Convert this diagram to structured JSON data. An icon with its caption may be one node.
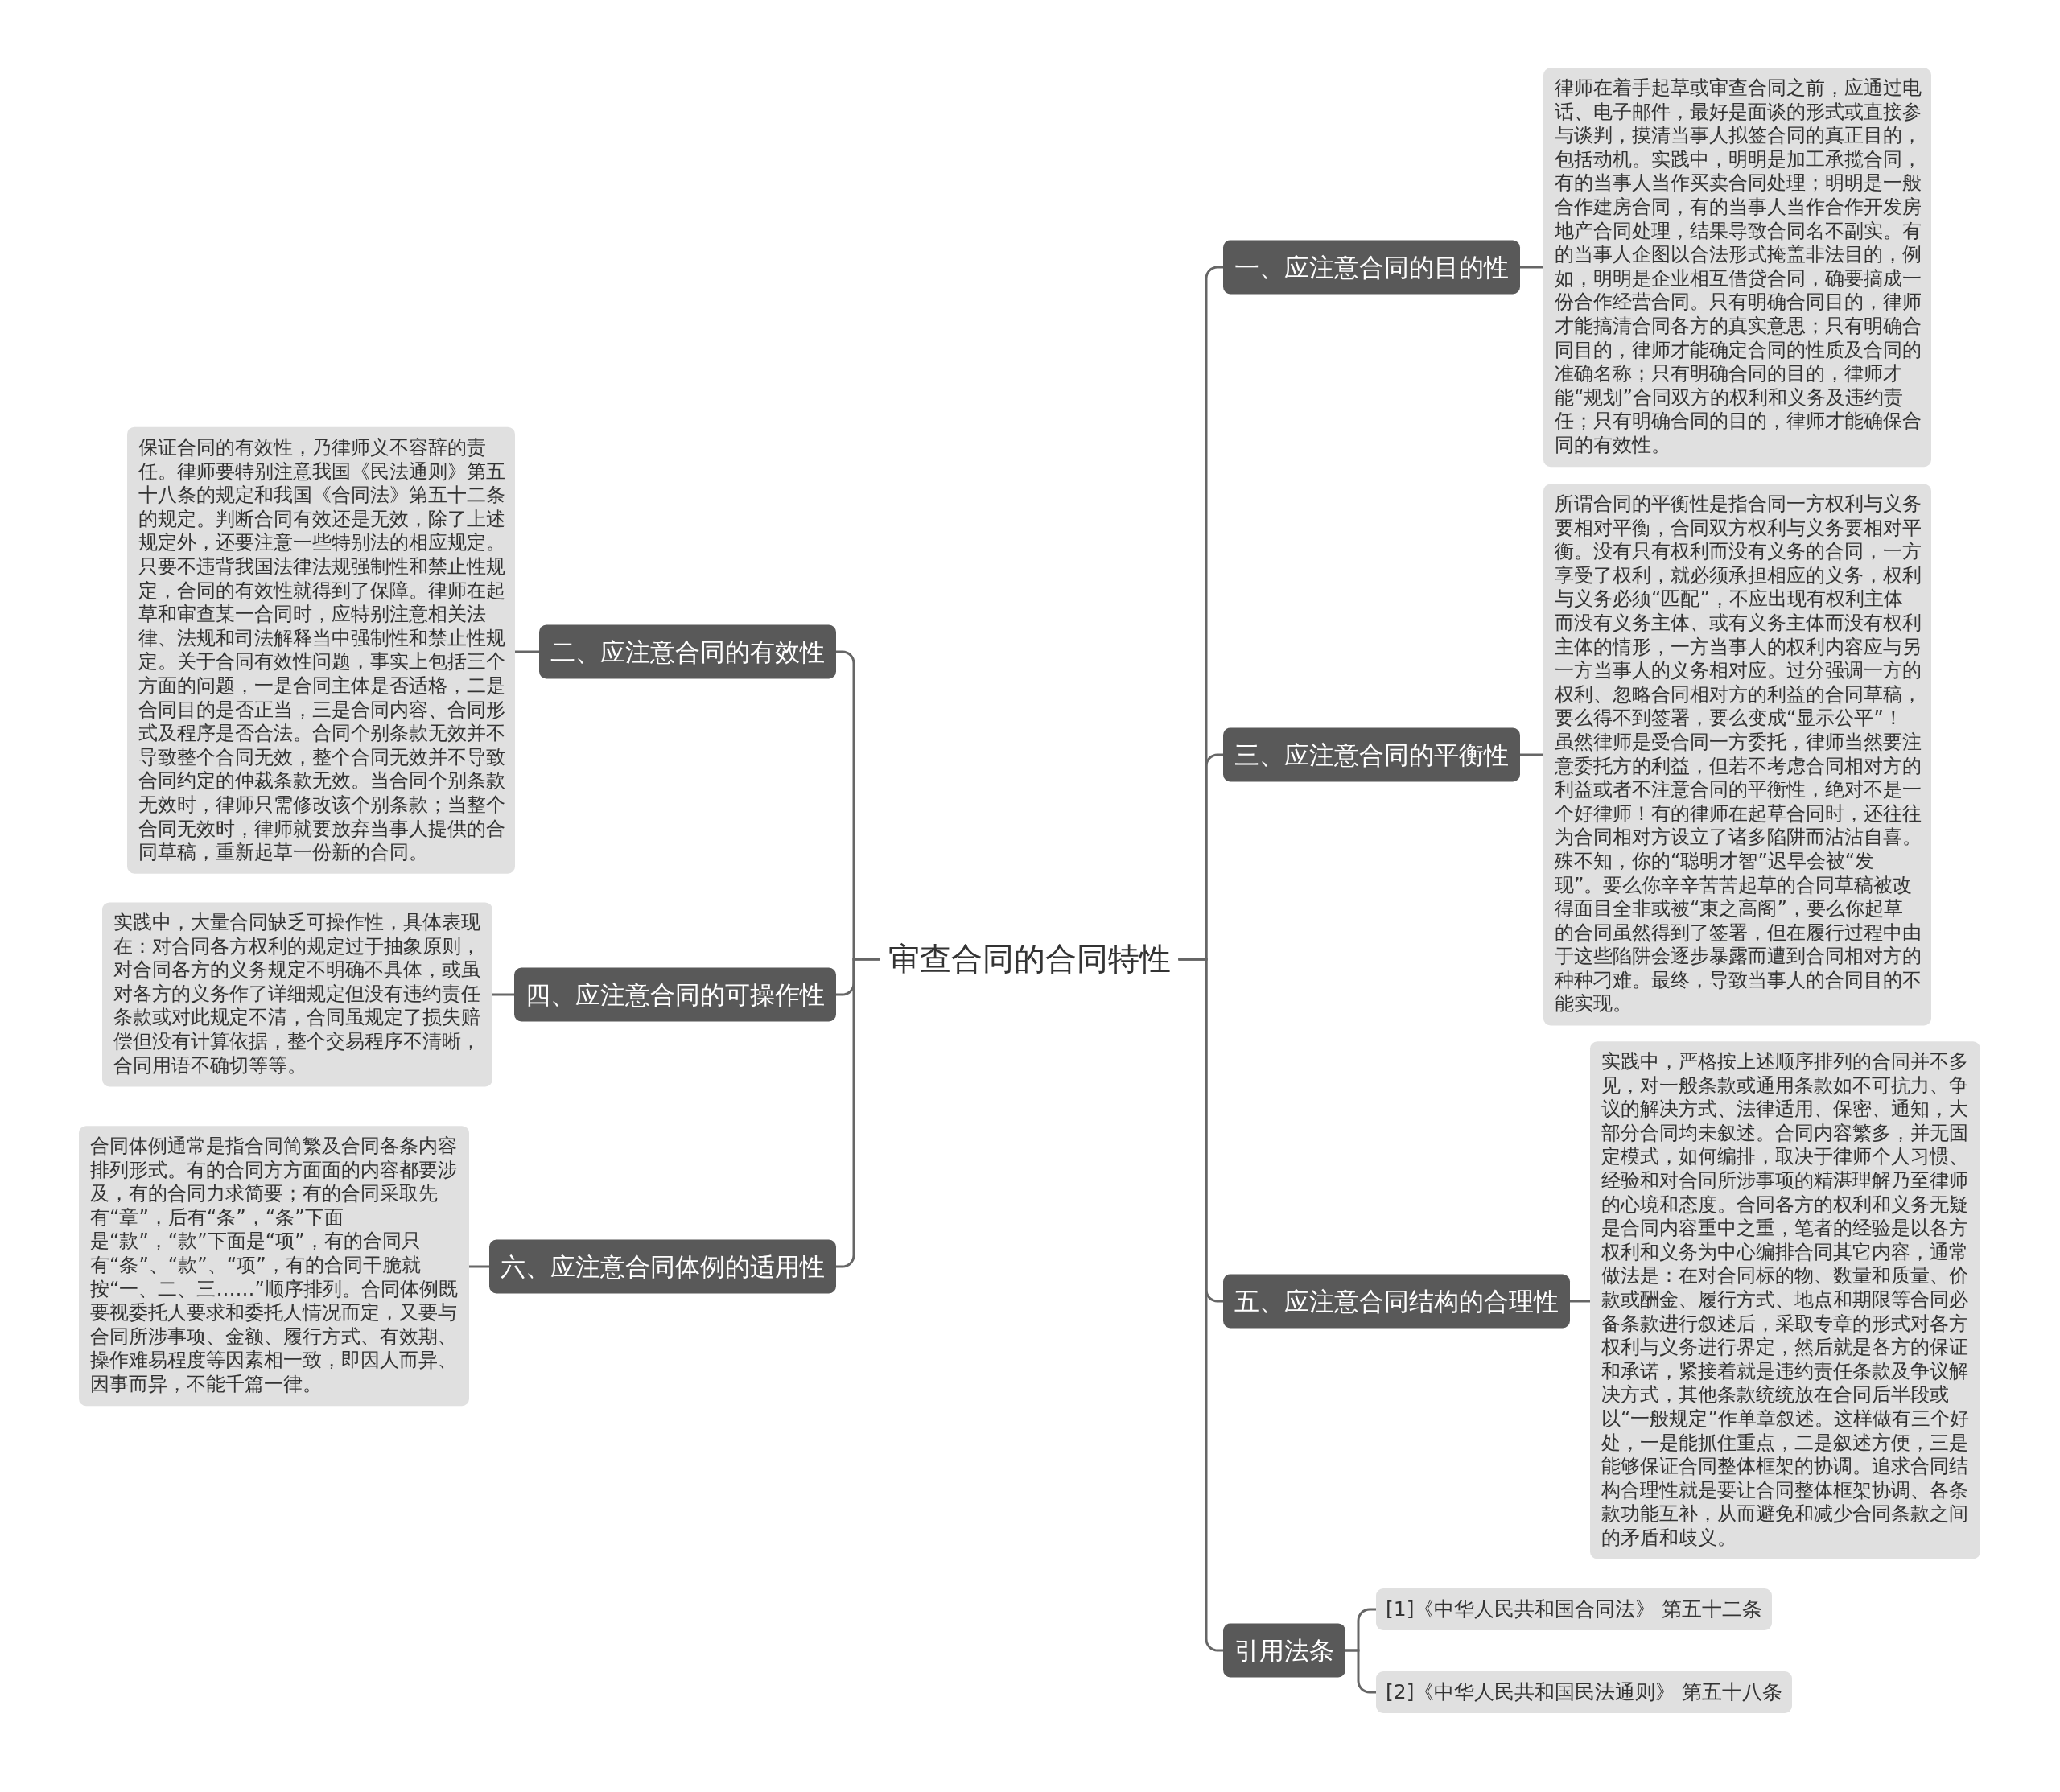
{
  "diagram": {
    "nodes": [
      {
        "text": [
          "审查合同的合同特性"
        ]
      },
      {
        "text": [
          "一、应注意合同的目的性"
        ]
      },
      {
        "text": [
          "律师在着手起草或审查合同之前，应通过电话、电子邮件，最好是面谈的形式或直接参与谈判，摸清当事人拟签合同的真正目的，包括动机。实践中，明明是加工承揽合同，有的当事人当作买卖合同处理；明明是一般合作建房合同，有的当事人当作合作开发房地产合同处理，结果导致合同名不副实。有的当事人企图以合法形式掩盖非法目的，例如，明明是企业相互借贷合同，确要搞成一份合作经营合同。只有明确合同目的，律师才能搞清合同各方的真实意思；只有明确合同目的，律师才能确定合同的性质及合同的准确名称；只有明确合同的目的，律师才能“规划”合同双方的权利和义务及违约责任；只有明确合同的目的，律师才能确保合同的有效性。"
        ]
      },
      {
        "text": [
          "二、应注意合同的有效性"
        ]
      },
      {
        "text": [
          "保证合同的有效性，乃律师义不容辞的责任。律师要特别注意我国《民法通则》第五十八条的规定和我国《合同法》第五十二条的规定。判断合同有效还是无效，除了上述规定外，还要注意一些特别法的相应规定。只要不违背我国法律法规强制性和禁止性规定，合同的有效性就得到了保障。律师在起草和审查某一合同时，应特别注意相关法律、法规和司法解释当中强制性和禁止性规定。关于合同有效性问题，事实上包括三个方面的问题，一是合同主体是否适格，二是合同目的是否正当，三是合同内容、合同形式及程序是否合法。合同个别条款无效并不导致整个合同无效，整个合同无效并不导致合同约定的仲裁条款无效。当合同个别条款无效时，律师只需修改该个别条款；当整个合同无效时，律师就要放弃当事人提供的合同草稿，重新起草一份新的合同。"
        ]
      },
      {
        "text": [
          "三、应注意合同的平衡性"
        ]
      },
      {
        "text": [
          "所谓合同的平衡性是指合同一方权利与义务要相对平衡，合同双方权利与义务要相对平衡。没有只有权利而没有义务的合同，一方享受了权利，就必须承担相应的义务，权利与义务必须“匹配”，不应出现有权利主体而没有义务主体、或有义务主体而没有权利主体的情形，一方当事人的权利内容应与另一方当事人的义务相对应。过分强调一方的权利、忽略合同相对方的利益的合同草稿，要么得不到签署，要么变成“显示公平”！虽然律师是受合同一方委托，律师当然要注意委托方的利益，但若不考虑合同相对方的利益或者不注意合同的平衡性，绝对不是一个好律师！有的律师在起草合同时，还往往为合同相对方设立了诸多陷阱而沾沾自喜。殊不知，你的“聪明才智”迟早会被“发现”。要么你辛辛苦苦起草的合同草稿被改得面目全非或被“束之高阁”，要么你起草的合同虽然得到了签署，但在履行过程中由于这些陷阱会逐步暴露而遭到合同相对方的种种刁难。最终，导致当事人的合同目的不能实现。"
        ]
      },
      {
        "text": [
          "四、应注意合同的可操作性"
        ]
      },
      {
        "text": [
          "实践中，大量合同缺乏可操作性，具体表现在：对合同各方权利的规定过于抽象原则，对合同各方的义务规定不明确不具体，或虽对各方的义务作了详细规定但没有违约责任条款或对此规定不清，合同虽规定了损失赔偿但没有计算依据，整个交易程序不清晰，合同用语不确切等等。"
        ]
      },
      {
        "text": [
          "五、应注意合同结构的合理性"
        ]
      },
      {
        "text": [
          "实践中，严格按上述顺序排列的合同并不多见，对一般条款或通用条款如不可抗力、争议的解决方式、法律适用、保密、通知，大部分合同均未叙述。合同内容繁多，并无固定模式，如何编排，取决于律师个人习惯、经验和对合同所涉事项的精湛理解乃至律师的心境和态度。合同各方的权利和义务无疑是合同内容重中之重，笔者的经验是以各方权利和义务为中心编排合同其它内容，通常做法是：在对合同标的物、数量和质量、价款或酬金、履行方式、地点和期限等合同必备条款进行叙述后，采取专章的形式对各方权利与义务进行界定，然后就是各方的保证和承诺，紧接着就是违约责任条款及争议解决方式，其他条款统统放在合同后半段或以“一般规定”作单章叙述。这样做有三个好处，一是能抓住重点，二是叙述方便，三是能够保证合同整体框架的协调。追求合同结构合理性就是要让合同整体框架协调、各条款功能互补，从而避免和减少合同条款之间的矛盾和歧义。"
        ]
      },
      {
        "text": [
          "六、应注意合同体例的适用性"
        ]
      },
      {
        "text": [
          "合同体例通常是指合同简繁及合同各条内容排列形式。有的合同方方面面的内容都要涉及，有的合同力求简要；有的合同采取先有“章”，后有“条”，“条”下面是“款”，“款”下面是“项”，有的合同只有“条”、“款”、“项”，有的合同干脆就按“一、二、三……”顺序排列。合同体例既要视委托人要求和委托人情况而定，又要与合同所涉事项、金额、履行方式、有效期、操作难易程度等因素相一致，即因人而异、因事而异，不能千篇一律。"
        ]
      },
      {
        "text": [
          "引用法条"
        ]
      },
      {
        "text": [
          "[1]《中华人民共和国合同法》 第五十二条"
        ]
      },
      {
        "text": [
          "[2]《中华人民共和国民法通则》 第五十八条"
        ]
      }
    ],
    "edges": [
      {
        "from": 0,
        "to": 1,
        "arrow": "none"
      },
      {
        "from": 1,
        "to": 2,
        "arrow": "none"
      },
      {
        "from": 0,
        "to": 3,
        "arrow": "none"
      },
      {
        "from": 3,
        "to": 4,
        "arrow": "none"
      },
      {
        "from": 0,
        "to": 5,
        "arrow": "none"
      },
      {
        "from": 5,
        "to": 6,
        "arrow": "none"
      },
      {
        "from": 0,
        "to": 7,
        "arrow": "none"
      },
      {
        "from": 7,
        "to": 8,
        "arrow": "none"
      },
      {
        "from": 0,
        "to": 9,
        "arrow": "none"
      },
      {
        "from": 9,
        "to": 10,
        "arrow": "none"
      },
      {
        "from": 0,
        "to": 11,
        "arrow": "none"
      },
      {
        "from": 11,
        "to": 12,
        "arrow": "none"
      },
      {
        "from": 0,
        "to": 13,
        "arrow": "none"
      },
      {
        "from": 13,
        "to": 14,
        "arrow": "none"
      },
      {
        "from": 13,
        "to": 15,
        "arrow": "none"
      }
    ]
  }
}
